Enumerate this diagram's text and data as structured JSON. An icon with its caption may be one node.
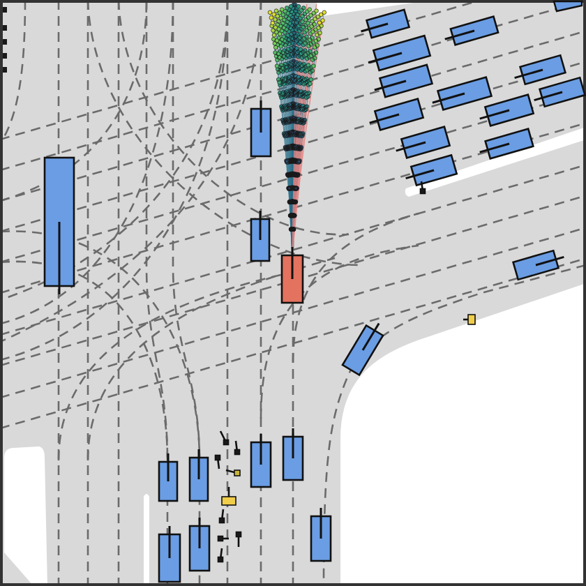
{
  "diagram": {
    "nodes": [
      {
        "text": [],
        "shape": "box"
      },
      {
        "text": [],
        "shape": "box"
      },
      {
        "text": [],
        "shape": "box"
      },
      {
        "text": [],
        "shape": "box"
      },
      {
        "text": [],
        "shape": "box"
      },
      {
        "text": [],
        "shape": "box"
      },
      {
        "text": [],
        "shape": "box"
      },
      {
        "text": [],
        "shape": "box"
      },
      {
        "text": [],
        "shape": "box"
      },
      {
        "text": [],
        "shape": "box"
      },
      {
        "text": [],
        "shape": "box"
      },
      {
        "text": [],
        "shape": "box"
      },
      {
        "text": [],
        "shape": "box"
      },
      {
        "text": [],
        "shape": "box"
      },
      {
        "text": [],
        "shape": "box"
      },
      {
        "text": [],
        "shape": "box"
      },
      {
        "text": [],
        "shape": "box"
      },
      {
        "text": [],
        "shape": "box"
      },
      {
        "text": [],
        "shape": "box"
      },
      {
        "text": [],
        "shape": "box"
      },
      {
        "text": [],
        "shape": "box"
      },
      {
        "text": [],
        "shape": "box"
      },
      {
        "text": [],
        "shape": "box"
      },
      {
        "text": [],
        "shape": "box"
      },
      {
        "text": [],
        "shape": "box"
      },
      {
        "text": [],
        "shape": "box"
      },
      {
        "text": [],
        "shape": "box"
      },
      {
        "text": [],
        "shape": "box"
      },
      {
        "text": [],
        "shape": "box"
      },
      {
        "text": [],
        "shape": "box"
      },
      {
        "text": [],
        "shape": "box"
      },
      {
        "text": [],
        "shape": "box"
      },
      {
        "text": [],
        "shape": "box"
      },
      {
        "text": [],
        "shape": "box"
      },
      {
        "text": [],
        "shape": "box"
      },
      {
        "text": [],
        "shape": "box"
      },
      {
        "text": [],
        "shape": "box"
      },
      {
        "text": [],
        "shape": "box"
      },
      {
        "text": [],
        "shape": "box"
      },
      {
        "text": [],
        "shape": "box"
      },
      {
        "text": [],
        "shape": "box"
      },
      {
        "text": [],
        "shape": "box"
      }
    ]
  }
}
